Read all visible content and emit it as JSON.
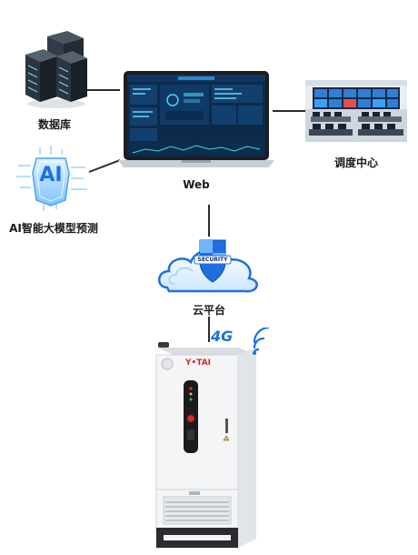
{
  "nodes": {
    "database": {
      "label": "数据库",
      "icon": "server-rack-icon"
    },
    "ai": {
      "label": "AI智能大模型预测",
      "badge": "AI",
      "icon": "ai-chip-icon"
    },
    "web": {
      "label": "Web",
      "icon": "laptop-icon"
    },
    "dispatch": {
      "label": "调度中心",
      "icon": "control-room-icon"
    },
    "cloud": {
      "label": "云平台",
      "shield_text": "SECURITY",
      "icon": "cloud-security-icon"
    },
    "cabinet": {
      "brand": "Y•TAI",
      "network": "4G",
      "footer_text": "",
      "icon": "storage-cabinet-icon"
    }
  },
  "colors": {
    "line": "#2b2b2b",
    "blue": "#1f6fe0",
    "light_blue": "#9fd0ff",
    "brand_red": "#d42a2a"
  }
}
